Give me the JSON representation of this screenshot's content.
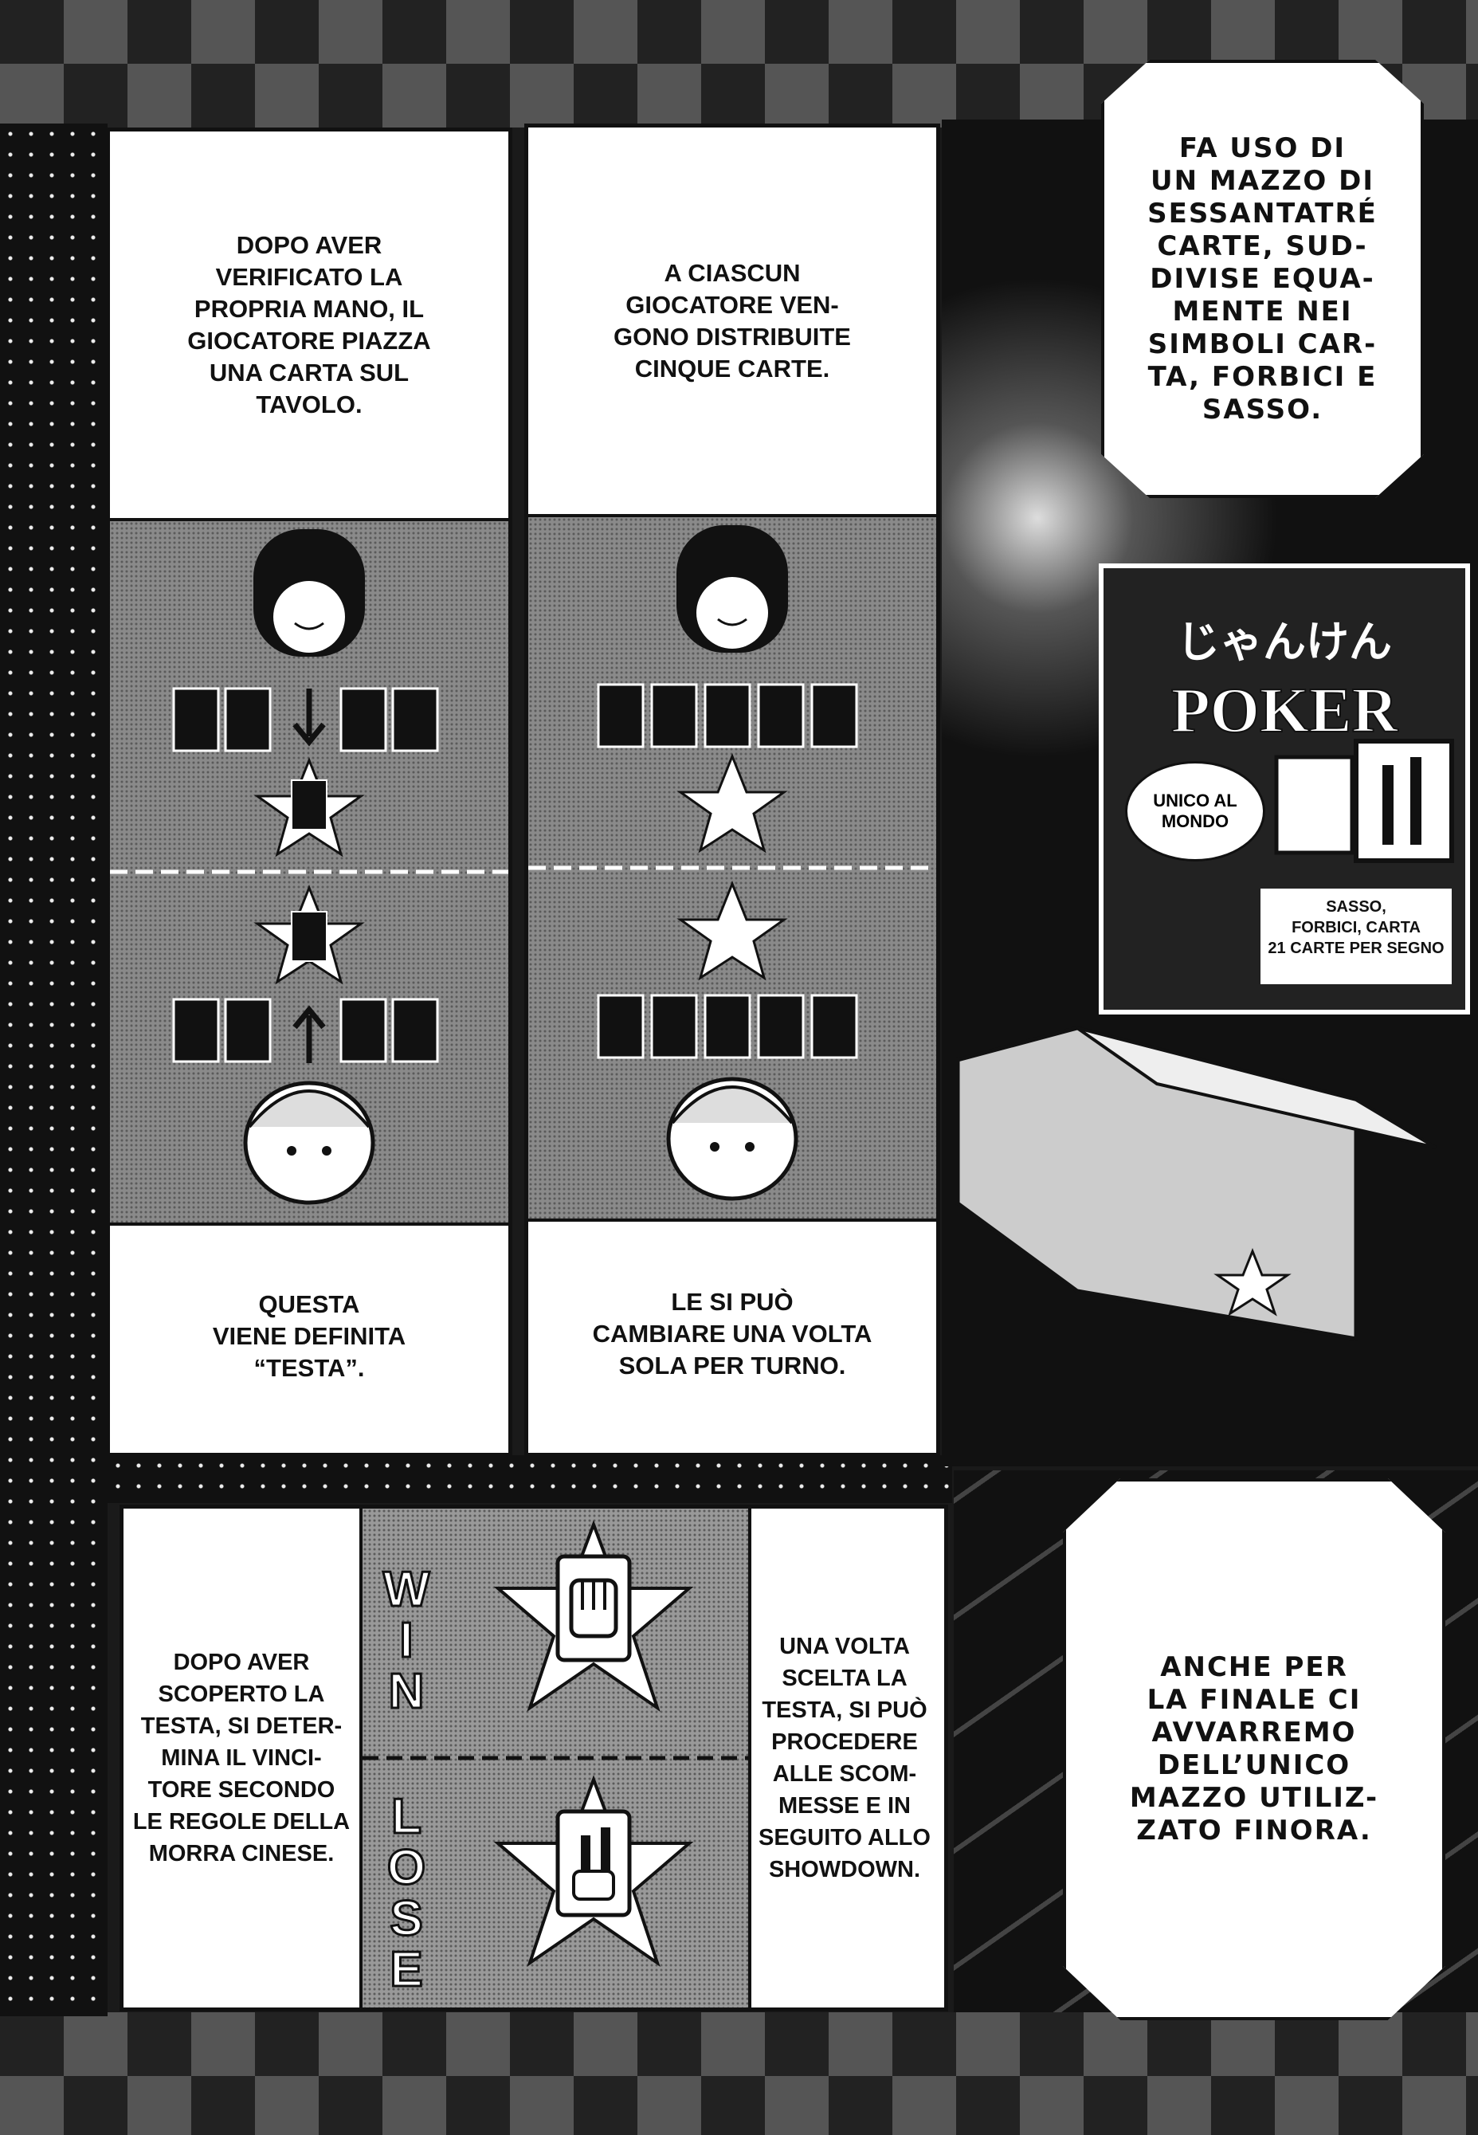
{
  "page": {
    "colors": {
      "ink": "#111111",
      "paper": "#ffffff",
      "screentone": "#8a8a8a"
    }
  },
  "panel1": {
    "top_caption": "DOPO AVER\nVERIFICATO LA\nPROPRIA MANO, IL\nGIOCATORE PIAZZA\nUNA CARTA SUL\nTAVOLO.",
    "bottom_caption": "QUESTA\nVIENE DEFINITA\n“TESTA”."
  },
  "panel2": {
    "top_caption": "A CIASCUN\nGIOCATORE VEN-\nGONO DISTRIBUITE\nCINQUE CARTE.",
    "bottom_caption": "LE SI PUÒ\nCAMBIARE UNA VOLTA\nSOLA PER TURNO."
  },
  "panel3": {
    "balloon": "FA USO DI\nUN MAZZO DI\nSESSANTATRÉ\nCARTE, SUD-\nDIVISE EQUA-\nMENTE NEI\nSIMBOLI CAR-\nTA, FORBICI E\nSASSO.",
    "box_logo_jp": "じゃんけん",
    "box_logo": "POKER",
    "box_burst": "UNICO AL\nMONDO",
    "box_label": "SASSO,\nFORBICI, CARTA\n21 CARTE PER SEGNO"
  },
  "panel4": {
    "left_caption": "DOPO AVER\nSCOPERTO LA\nTESTA, SI DETER-\nMINA IL VINCI-\nTORE SECONDO\nLE REGOLE DELLA\nMORRA CINESE.",
    "win_label": "W\nI\nN",
    "lose_label": "L\nO\nS\nE",
    "win_icon": "rock-fist-icon",
    "lose_icon": "scissors-hand-icon",
    "right_caption": "UNA VOLTA\nSCELTA LA\nTESTA, SI PUÒ\nPROCEDERE\nALLE SCOM-\nMESSE E IN\nSEGUITO ALLO\nSHOWDOWN."
  },
  "panel5": {
    "balloon": "ANCHE PER\nLA FINALE CI\nAVVARREMO\nDELL’UNICO\nMAZZO UTILIZ-\nZATO FINORA."
  }
}
